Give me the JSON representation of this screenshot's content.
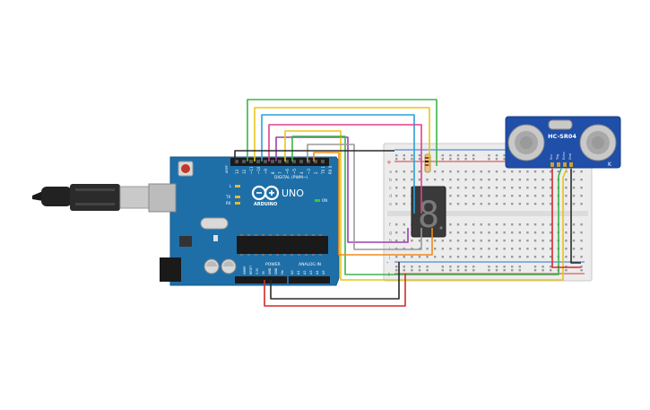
{
  "arduino": {
    "brand": "ARDUINO",
    "model": "UNO",
    "digital_header": "DIGITAL (PWM~)",
    "power_label": "POWER",
    "analog_label": "ANALOG IN",
    "aref_label": "AREF",
    "gnd_label": "GND",
    "tx_label": "TX",
    "rx_label": "RX",
    "l_label": "L",
    "on_label": "ON",
    "digital_pins": [
      "13",
      "12",
      "~11",
      "~10",
      "~9",
      "8",
      "7",
      "~6",
      "~5",
      "4",
      "~3",
      "2",
      "TX 1",
      "RX 0"
    ],
    "power_pins": [
      "IOREF",
      "RESET",
      "3.3V",
      "5V",
      "GND",
      "GND",
      "Vin"
    ],
    "analog_pins": [
      "A0",
      "A1",
      "A2",
      "A3",
      "A4",
      "A5"
    ]
  },
  "sensor": {
    "model": "HC-SR04",
    "pins": [
      "Vcc",
      "Trig",
      "Echo",
      "Gnd"
    ]
  },
  "seven_segment": {
    "digit": "8"
  },
  "breadboard": {
    "row_letters_top": [
      "a",
      "b",
      "c",
      "d",
      "e"
    ],
    "row_letters_bottom": [
      "f",
      "g",
      "h",
      "i",
      "j"
    ],
    "rail_plus": "+",
    "rail_minus": "-"
  },
  "wires": {
    "colors": {
      "green": "#3bb54a",
      "yellow": "#e6c619",
      "blue": "#2aa0d8",
      "pink": "#e0408a",
      "purple": "#9b3fb0",
      "orange": "#f08a1c",
      "gray": "#9a9a9a",
      "black": "#2a2a2a",
      "red": "#d42a2a"
    }
  }
}
